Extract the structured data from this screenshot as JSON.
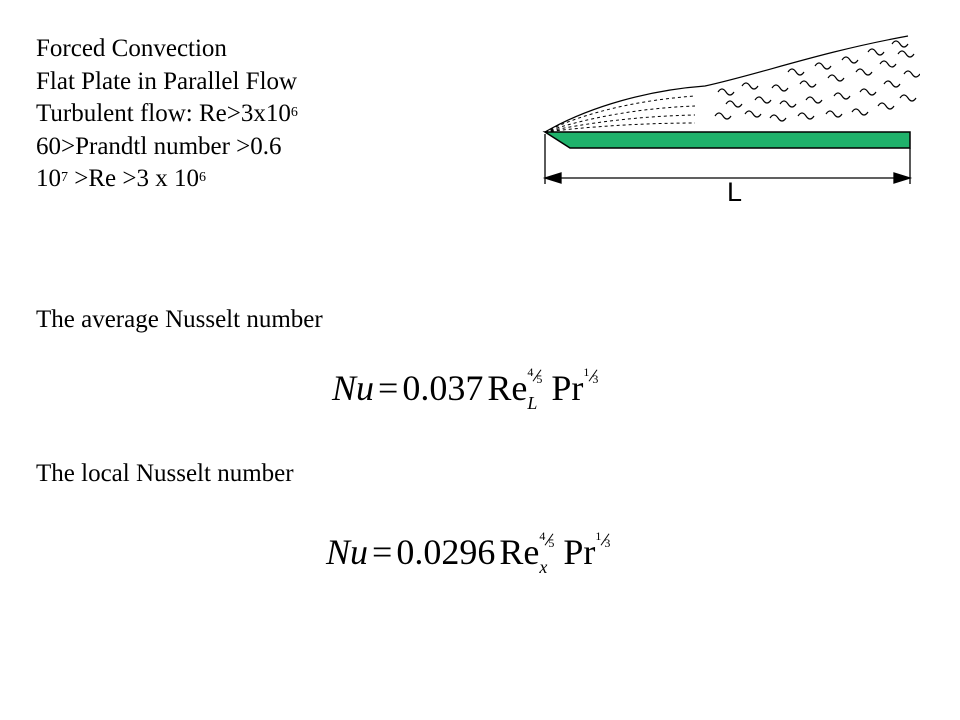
{
  "header": {
    "line1": "Forced Convection",
    "line2": "Flat Plate in Parallel Flow",
    "line3_text": "Turbulent flow: Re>3x10",
    "line3_sup": "6",
    "line4": "60>Prandtl number >0.6",
    "line5_a": "10",
    "line5_sup1": "7",
    "line5_b": " >Re >3 x 10",
    "line5_sup2": "6"
  },
  "average": {
    "label": "The average Nusselt number",
    "nu": "Nu",
    "eq": "=",
    "coef": "0.037",
    "re": "Re",
    "re_exp_num": "4",
    "re_exp_den": "5",
    "re_sub": "L",
    "pr": "Pr",
    "pr_exp_num": "1",
    "pr_exp_den": "3"
  },
  "local": {
    "label": "The local Nusselt number",
    "nu": "Nu",
    "eq": "=",
    "coef": "0.0296",
    "re": "Re",
    "re_exp_num": "4",
    "re_exp_den": "5",
    "re_sub": "x",
    "pr": "Pr",
    "pr_exp_num": "1",
    "pr_exp_den": "3"
  },
  "diagram": {
    "length_label": "L",
    "plate_color": "#1fb26b"
  }
}
